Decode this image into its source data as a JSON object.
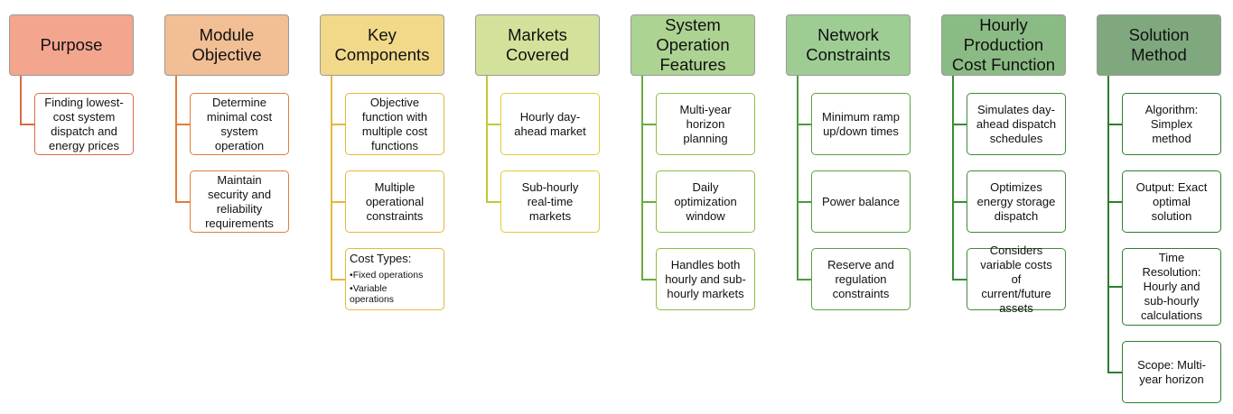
{
  "columns": [
    {
      "id": "purpose",
      "header": "Purpose",
      "header_bg": "#f4a58e",
      "trunk_color": "#d96a46",
      "box_border": "#d96a46",
      "items": [
        {
          "text": "Finding lowest-\ncost system\ndispatch and\nenergy prices"
        }
      ]
    },
    {
      "id": "module-objective",
      "header": "Module\nObjective",
      "header_bg": "#f2be93",
      "trunk_color": "#e07d3a",
      "box_border": "#e07d3a",
      "items": [
        {
          "text": "Determine\nminimal cost\nsystem\noperation"
        },
        {
          "text": "Maintain\nsecurity and\nreliability\nrequirements"
        }
      ]
    },
    {
      "id": "key-components",
      "header": "Key\nComponents",
      "header_bg": "#f2d98a",
      "trunk_color": "#e5b83a",
      "box_border": "#e5b83a",
      "items": [
        {
          "text": "Objective\nfunction with\nmultiple cost\nfunctions"
        },
        {
          "text": "Multiple\noperational\nconstraints"
        },
        {
          "text": "Cost Types:",
          "list": [
            "Fixed operations",
            "Variable\noperations"
          ]
        }
      ]
    },
    {
      "id": "markets-covered",
      "header": "Markets\nCovered",
      "header_bg": "#d3e29a",
      "trunk_color": "#c2c83a",
      "box_border": "#e0cb3a",
      "items": [
        {
          "text": "Hourly day-\nahead market"
        },
        {
          "text": "Sub-hourly\nreal-time\nmarkets"
        }
      ]
    },
    {
      "id": "system-operation",
      "header": "System\nOperation\nFeatures",
      "header_bg": "#acd392",
      "trunk_color": "#6aab3c",
      "box_border": "#8fbc4a",
      "items": [
        {
          "text": "Multi-year\nhorizon\nplanning"
        },
        {
          "text": "Daily\noptimization\nwindow"
        },
        {
          "text": "Handles both\nhourly and sub-\nhourly markets"
        }
      ]
    },
    {
      "id": "network-constraints",
      "header": "Network\nConstraints",
      "header_bg": "#9ecd94",
      "trunk_color": "#4e9a3e",
      "box_border": "#5aa043",
      "items": [
        {
          "text": "Minimum ramp\nup/down times"
        },
        {
          "text": "Power balance"
        },
        {
          "text": "Reserve and\nregulation\nconstraints"
        }
      ]
    },
    {
      "id": "hourly-production",
      "header": "Hourly\nProduction\nCost Function",
      "header_bg": "#8bbb84",
      "trunk_color": "#3c8a34",
      "box_border": "#3f8c36",
      "items": [
        {
          "text": "Simulates day-\nahead dispatch\nschedules"
        },
        {
          "text": "Optimizes\nenergy storage\ndispatch"
        },
        {
          "text": "Considers\nvariable costs\nof\ncurrent/future\nassets"
        }
      ]
    },
    {
      "id": "solution-method",
      "header": "Solution\nMethod",
      "header_bg": "#7fa87e",
      "trunk_color": "#2e7d2e",
      "box_border": "#2e7d2e",
      "items": [
        {
          "text": "Algorithm:\nSimplex\nmethod"
        },
        {
          "text": "Output: Exact\noptimal\nsolution"
        },
        {
          "text": "Time\nResolution:\nHourly and\nsub-hourly\ncalculations"
        },
        {
          "text": "Scope: Multi-\nyear horizon"
        }
      ]
    }
  ]
}
